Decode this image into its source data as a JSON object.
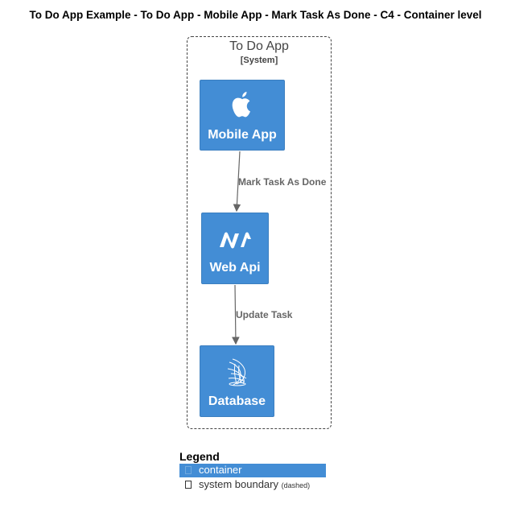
{
  "title": "To Do App Example - To Do App - Mobile App - Mark Task As Done - C4 - Container level",
  "boundary": {
    "name": "To Do App",
    "type": "[System]"
  },
  "nodes": [
    {
      "id": "mobile",
      "label": "Mobile App",
      "icon": "apple-icon"
    },
    {
      "id": "web",
      "label": "Web Api",
      "icon": "dotnet-icon"
    },
    {
      "id": "db",
      "label": "Database",
      "icon": "sql-server-icon"
    }
  ],
  "edges": [
    {
      "from": "Mobile App",
      "to": "Web Api",
      "label": "Mark Task As Done"
    },
    {
      "from": "Web Api",
      "to": "Database",
      "label": "Update Task"
    }
  ],
  "legend": {
    "title": "Legend",
    "items": [
      {
        "label": "container",
        "color": "#438dd5"
      },
      {
        "label": "system boundary",
        "note": "(dashed)"
      }
    ]
  },
  "colors": {
    "container": "#438dd5",
    "edge": "#666666",
    "boundary": "#444444"
  }
}
